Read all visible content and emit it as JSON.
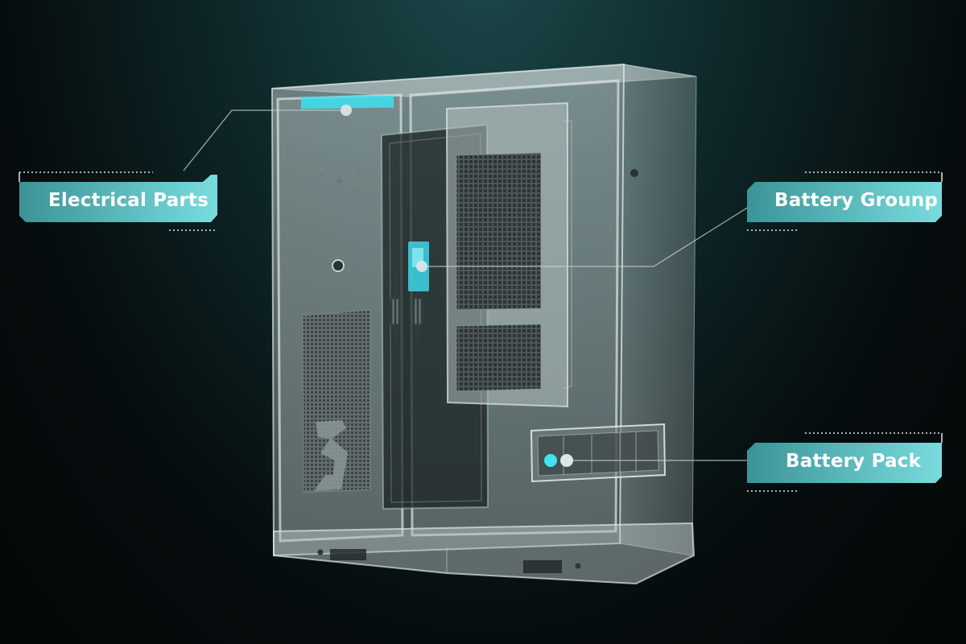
{
  "colors": {
    "accent": "#6fe0e3",
    "accent_dark": "#4aa9ad",
    "background": "#081112",
    "cabinet_glass": "#a9b8b8"
  },
  "labels": {
    "electrical_parts": "Electrical Parts",
    "battery_group": "Battery Grounp",
    "battery_pack": "Battery Pack"
  },
  "icons": {
    "brand_logo": "b-logo-icon",
    "lightning": "lightning-icon"
  }
}
